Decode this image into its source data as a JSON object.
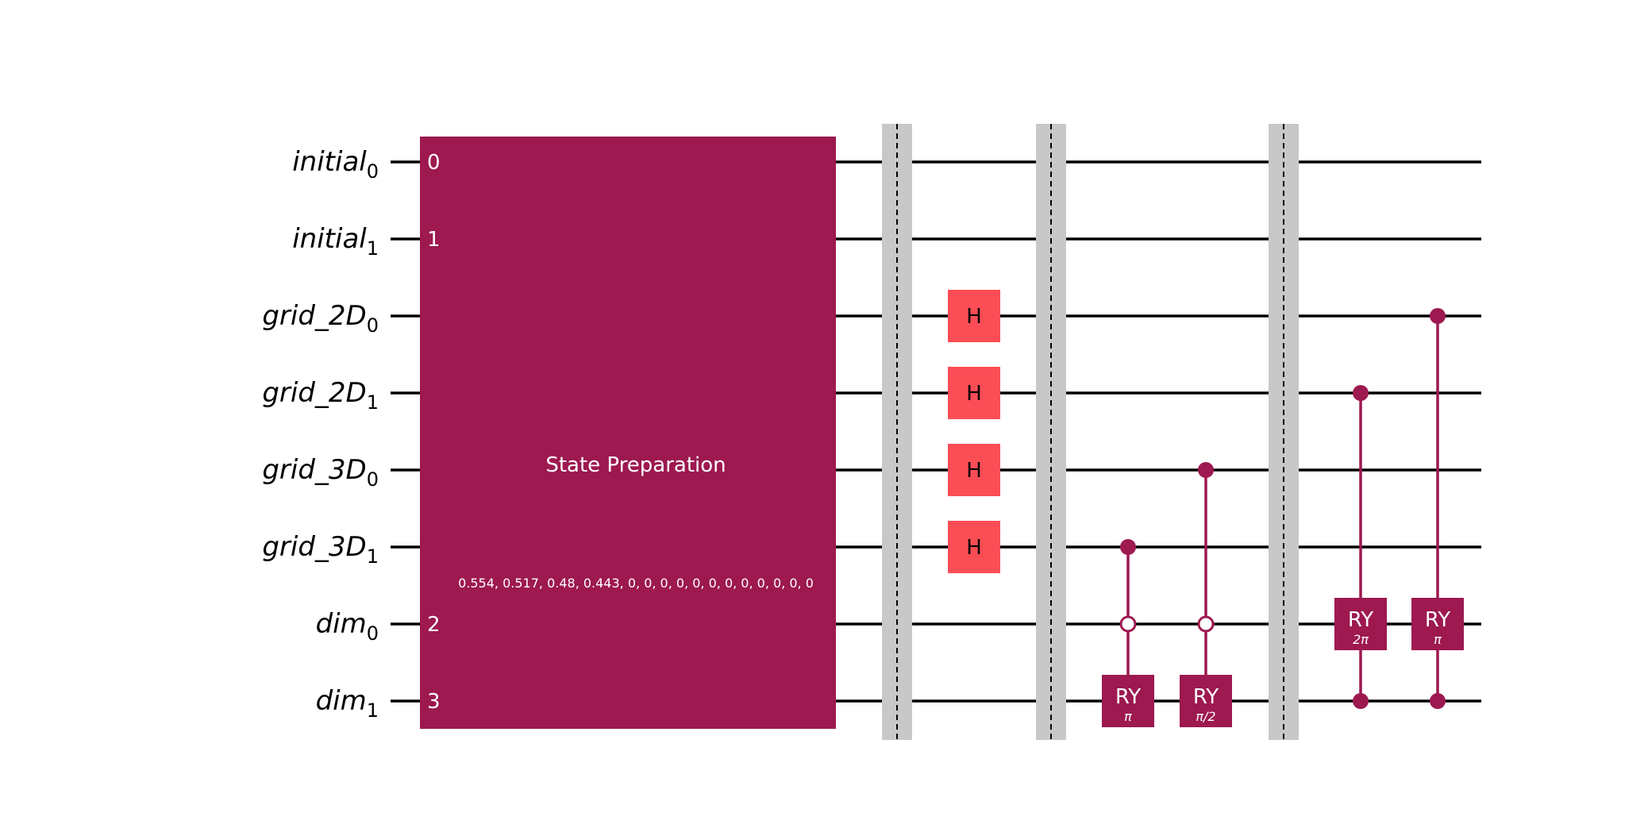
{
  "colors": {
    "background": "#ffffff",
    "wire": "#000000",
    "state_prep": "#9d1950",
    "hadamard": "#fa4d56",
    "control": "#9d1950",
    "barrier": "#c8c8c8"
  },
  "qubits": [
    {
      "name": "initial",
      "index": "0"
    },
    {
      "name": "initial",
      "index": "1"
    },
    {
      "name": "grid_2D",
      "index": "0"
    },
    {
      "name": "grid_2D",
      "index": "1"
    },
    {
      "name": "grid_3D",
      "index": "0"
    },
    {
      "name": "grid_3D",
      "index": "1"
    },
    {
      "name": "dim",
      "index": "0"
    },
    {
      "name": "dim",
      "index": "1"
    }
  ],
  "state_preparation": {
    "label": "State Preparation",
    "params": "0.554, 0.517, 0.48, 0.443, 0, 0, 0, 0, 0, 0, 0, 0, 0, 0, 0, 0",
    "ports": [
      {
        "qubit": 0,
        "label": "0"
      },
      {
        "qubit": 1,
        "label": "1"
      },
      {
        "qubit": 6,
        "label": "2"
      },
      {
        "qubit": 7,
        "label": "3"
      }
    ]
  },
  "barriers": [
    {
      "column": 0
    },
    {
      "column": 2
    },
    {
      "column": 5
    }
  ],
  "hadamards": [
    {
      "label": "H",
      "column": 1,
      "qubit": 2
    },
    {
      "label": "H",
      "column": 1,
      "qubit": 3
    },
    {
      "label": "H",
      "column": 1,
      "qubit": 4
    },
    {
      "label": "H",
      "column": 1,
      "qubit": 5
    }
  ],
  "controlled_gates": [
    {
      "label": "RY",
      "param": "π",
      "column": 3,
      "target": 7,
      "controls": [
        {
          "qubit": 5,
          "open": false
        },
        {
          "qubit": 6,
          "open": true
        }
      ]
    },
    {
      "label": "RY",
      "param": "π/2",
      "column": 4,
      "target": 7,
      "controls": [
        {
          "qubit": 4,
          "open": false
        },
        {
          "qubit": 6,
          "open": true
        }
      ]
    },
    {
      "label": "RY",
      "param": "2π",
      "column": 6,
      "target": 6,
      "controls": [
        {
          "qubit": 3,
          "open": false
        },
        {
          "qubit": 7,
          "open": false
        }
      ]
    },
    {
      "label": "RY",
      "param": "π",
      "column": 7,
      "target": 6,
      "controls": [
        {
          "qubit": 2,
          "open": false
        },
        {
          "qubit": 7,
          "open": false
        }
      ]
    }
  ]
}
